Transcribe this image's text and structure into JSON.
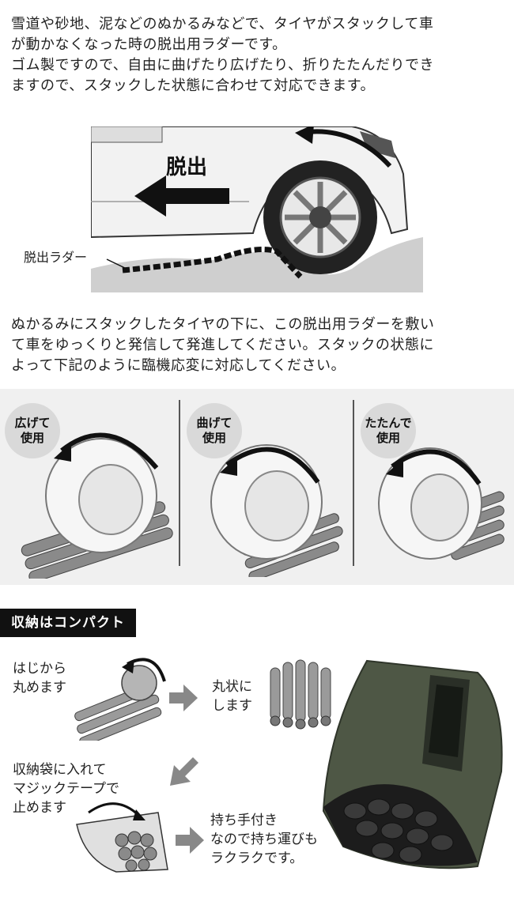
{
  "intro": {
    "text": "雪道や砂地、泥などのぬかるみなどで、タイヤがスタックして車\nが動かなくなった時の脱出用ラダーです。\nゴム製ですので、自由に曲げたり広げたり、折りたたんだりでき\nますので、スタックした状態に合わせて対応できます。"
  },
  "car_illustration": {
    "sign_label": "脱出",
    "ladder_label": "脱出ラダー"
  },
  "explain": {
    "text": "ぬかるみにスタックしたタイヤの下に、この脱出用ラダーを敷い\nて車をゆっくりと発信して発進してください。スタックの状態に\nよって下記のように臨機応変に対応してください。"
  },
  "usage": {
    "panels": [
      {
        "line1": "広げて",
        "line2": "使用"
      },
      {
        "line1": "曲げて",
        "line2": "使用"
      },
      {
        "line1": "たたんで",
        "line2": "使用"
      }
    ]
  },
  "storage": {
    "header": "収納はコンパクト",
    "steps": [
      "はじから\n丸めます",
      "丸状に\nします",
      "収納袋に入れて\nマジックテープで\n止めます",
      "持ち手付き\nなので持ち運びも\nラクラクです。"
    ]
  },
  "colors": {
    "band_bg": "#f0f0f0",
    "badge_bg": "#d9d9d9",
    "header_bg": "#111111",
    "bag_green": "#4e5745"
  }
}
